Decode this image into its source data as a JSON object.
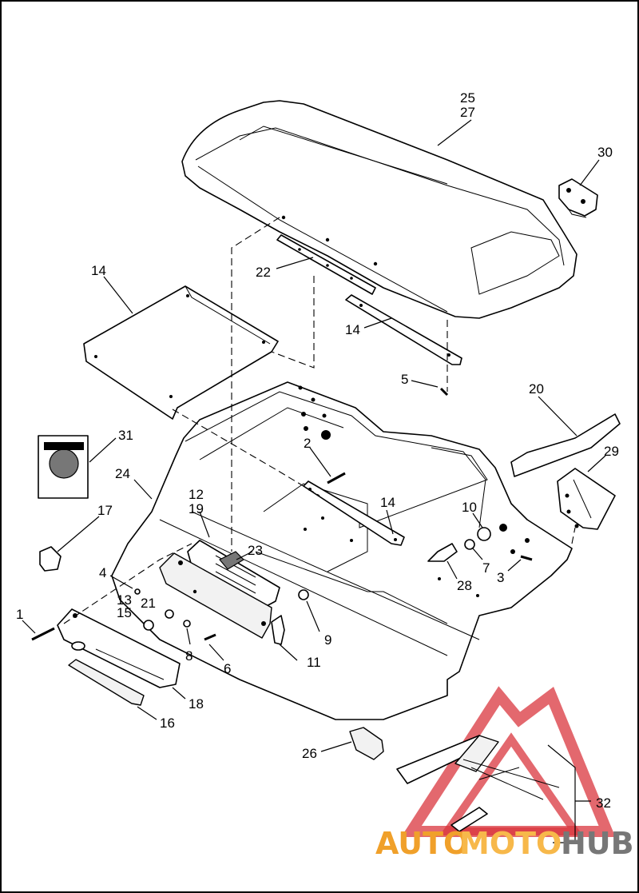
{
  "callouts": [
    {
      "id": "25",
      "text": "25"
    },
    {
      "id": "27",
      "text": "27"
    },
    {
      "id": "30",
      "text": "30"
    },
    {
      "id": "14a",
      "text": "14"
    },
    {
      "id": "22",
      "text": "22"
    },
    {
      "id": "14b",
      "text": "14"
    },
    {
      "id": "5",
      "text": "5"
    },
    {
      "id": "20",
      "text": "20"
    },
    {
      "id": "31",
      "text": "31"
    },
    {
      "id": "2",
      "text": "2"
    },
    {
      "id": "29",
      "text": "29"
    },
    {
      "id": "24",
      "text": "24"
    },
    {
      "id": "12",
      "text": "12"
    },
    {
      "id": "19",
      "text": "19"
    },
    {
      "id": "14c",
      "text": "14"
    },
    {
      "id": "10",
      "text": "10"
    },
    {
      "id": "17",
      "text": "17"
    },
    {
      "id": "23",
      "text": "23"
    },
    {
      "id": "7",
      "text": "7"
    },
    {
      "id": "3",
      "text": "3"
    },
    {
      "id": "28",
      "text": "28"
    },
    {
      "id": "4",
      "text": "4"
    },
    {
      "id": "13",
      "text": "13"
    },
    {
      "id": "21",
      "text": "21"
    },
    {
      "id": "15",
      "text": "15"
    },
    {
      "id": "1",
      "text": "1"
    },
    {
      "id": "9",
      "text": "9"
    },
    {
      "id": "8",
      "text": "8"
    },
    {
      "id": "11",
      "text": "11"
    },
    {
      "id": "6",
      "text": "6"
    },
    {
      "id": "18",
      "text": "18"
    },
    {
      "id": "16",
      "text": "16"
    },
    {
      "id": "26",
      "text": "26"
    },
    {
      "id": "32",
      "text": "32"
    }
  ],
  "watermark": {
    "part1": "AUTO",
    "part2": "MOTO",
    "part3": "HUB",
    "color_primary": "#f0a02a",
    "color_secondary": "#f7b84a",
    "color_tertiary": "#777777",
    "triangle_color": "#d9363e"
  }
}
